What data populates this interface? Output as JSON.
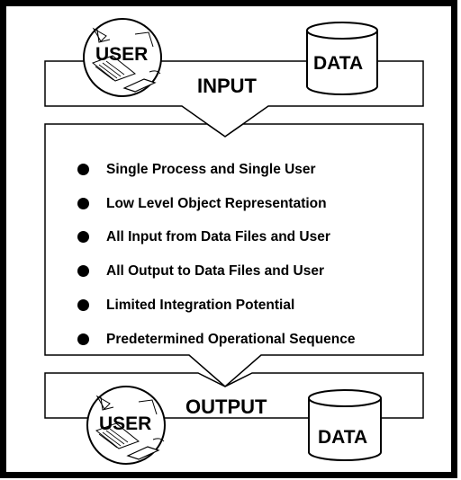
{
  "input_label": "INPUT",
  "output_label": "OUTPUT",
  "user_label_top": "USER",
  "user_label_bottom": "USER",
  "data_label_top": "DATA",
  "data_label_bottom": "DATA",
  "features": [
    "Single Process and Single User",
    "Low Level Object Representation",
    "All Input from Data Files and User",
    "All Output to Data Files and User",
    "Limited Integration Potential",
    "Predetermined Operational Sequence"
  ]
}
